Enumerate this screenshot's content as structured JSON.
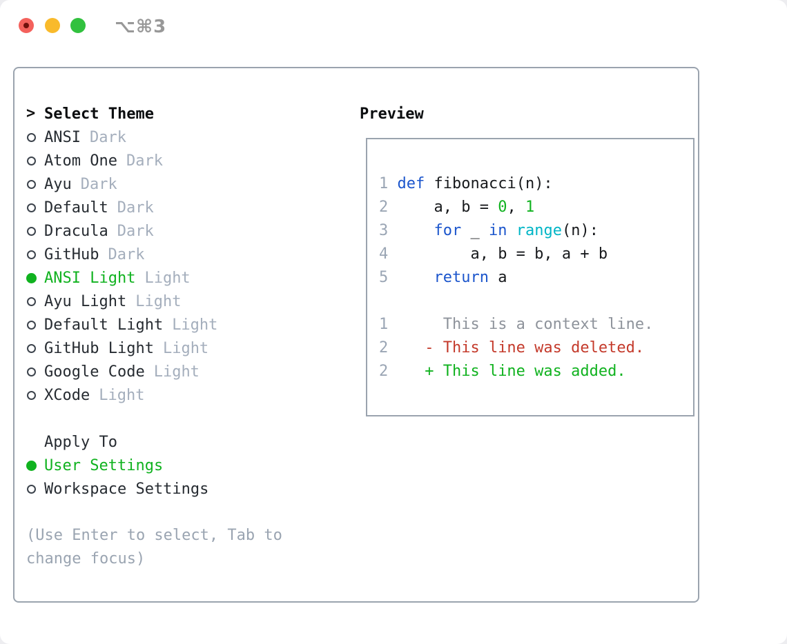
{
  "window": {
    "title": "⌥⌘3"
  },
  "traffic_lights": [
    {
      "name": "close",
      "color": "#f4615c"
    },
    {
      "name": "minimize",
      "color": "#f9ba2b"
    },
    {
      "name": "zoom",
      "color": "#31c13e"
    }
  ],
  "colors": {
    "keyword": "#1b55cc",
    "builtin": "#00b5c6",
    "green": "#10b21f",
    "red": "#c43a2b",
    "context": "#8e939b",
    "line-number": "#9aa5b4",
    "badge": "#a4aebc",
    "muted": "#9aa4b1",
    "border": "#9aa3ae"
  },
  "theme_picker": {
    "header": {
      "marker": ">",
      "label": "Select Theme"
    },
    "items": [
      {
        "name": "ANSI",
        "badge": "Dark",
        "selected": false
      },
      {
        "name": "Atom One",
        "badge": "Dark",
        "selected": false
      },
      {
        "name": "Ayu",
        "badge": "Dark",
        "selected": false
      },
      {
        "name": "Default",
        "badge": "Dark",
        "selected": false
      },
      {
        "name": "Dracula",
        "badge": "Dark",
        "selected": false
      },
      {
        "name": "GitHub",
        "badge": "Dark",
        "selected": false
      },
      {
        "name": "ANSI Light",
        "badge": "Light",
        "selected": true
      },
      {
        "name": "Ayu Light",
        "badge": "Light",
        "selected": false
      },
      {
        "name": "Default Light",
        "badge": "Light",
        "selected": false
      },
      {
        "name": "GitHub Light",
        "badge": "Light",
        "selected": false
      },
      {
        "name": "Google Code",
        "badge": "Light",
        "selected": false
      },
      {
        "name": "XCode",
        "badge": "Light",
        "selected": false
      }
    ],
    "apply_to": {
      "label": "Apply To",
      "options": [
        {
          "name": "User Settings",
          "selected": true
        },
        {
          "name": "Workspace Settings",
          "selected": false
        }
      ]
    },
    "hint_lines": [
      "(Use Enter to select, Tab to",
      "change focus)"
    ]
  },
  "preview": {
    "label": "Preview",
    "code_lines": [
      {
        "num": "1",
        "tokens": [
          {
            "t": " "
          },
          {
            "t": "def",
            "c": "keyword"
          },
          {
            "t": " fibonacci(n):"
          }
        ]
      },
      {
        "num": "2",
        "tokens": [
          {
            "t": "     a, b = "
          },
          {
            "t": "0",
            "c": "number"
          },
          {
            "t": ", "
          },
          {
            "t": "1",
            "c": "number"
          }
        ]
      },
      {
        "num": "3",
        "tokens": [
          {
            "t": "     "
          },
          {
            "t": "for",
            "c": "keyword"
          },
          {
            "t": " _ "
          },
          {
            "t": "in",
            "c": "keyword"
          },
          {
            "t": " "
          },
          {
            "t": "range",
            "c": "builtin"
          },
          {
            "t": "(n):"
          }
        ]
      },
      {
        "num": "4",
        "tokens": [
          {
            "t": "         a, b = b, a + b"
          }
        ]
      },
      {
        "num": "5",
        "tokens": [
          {
            "t": "     "
          },
          {
            "t": "return",
            "c": "keyword"
          },
          {
            "t": " a"
          }
        ]
      },
      {
        "num": "",
        "tokens": [
          {
            "t": ""
          }
        ]
      },
      {
        "num": "1",
        "tokens": [
          {
            "t": "      This is a context line.",
            "c": "context"
          }
        ]
      },
      {
        "num": "2",
        "tokens": [
          {
            "t": "    - This line was deleted.",
            "c": "deleted"
          }
        ]
      },
      {
        "num": "2",
        "tokens": [
          {
            "t": "    + This line was added.",
            "c": "added"
          }
        ]
      }
    ]
  }
}
